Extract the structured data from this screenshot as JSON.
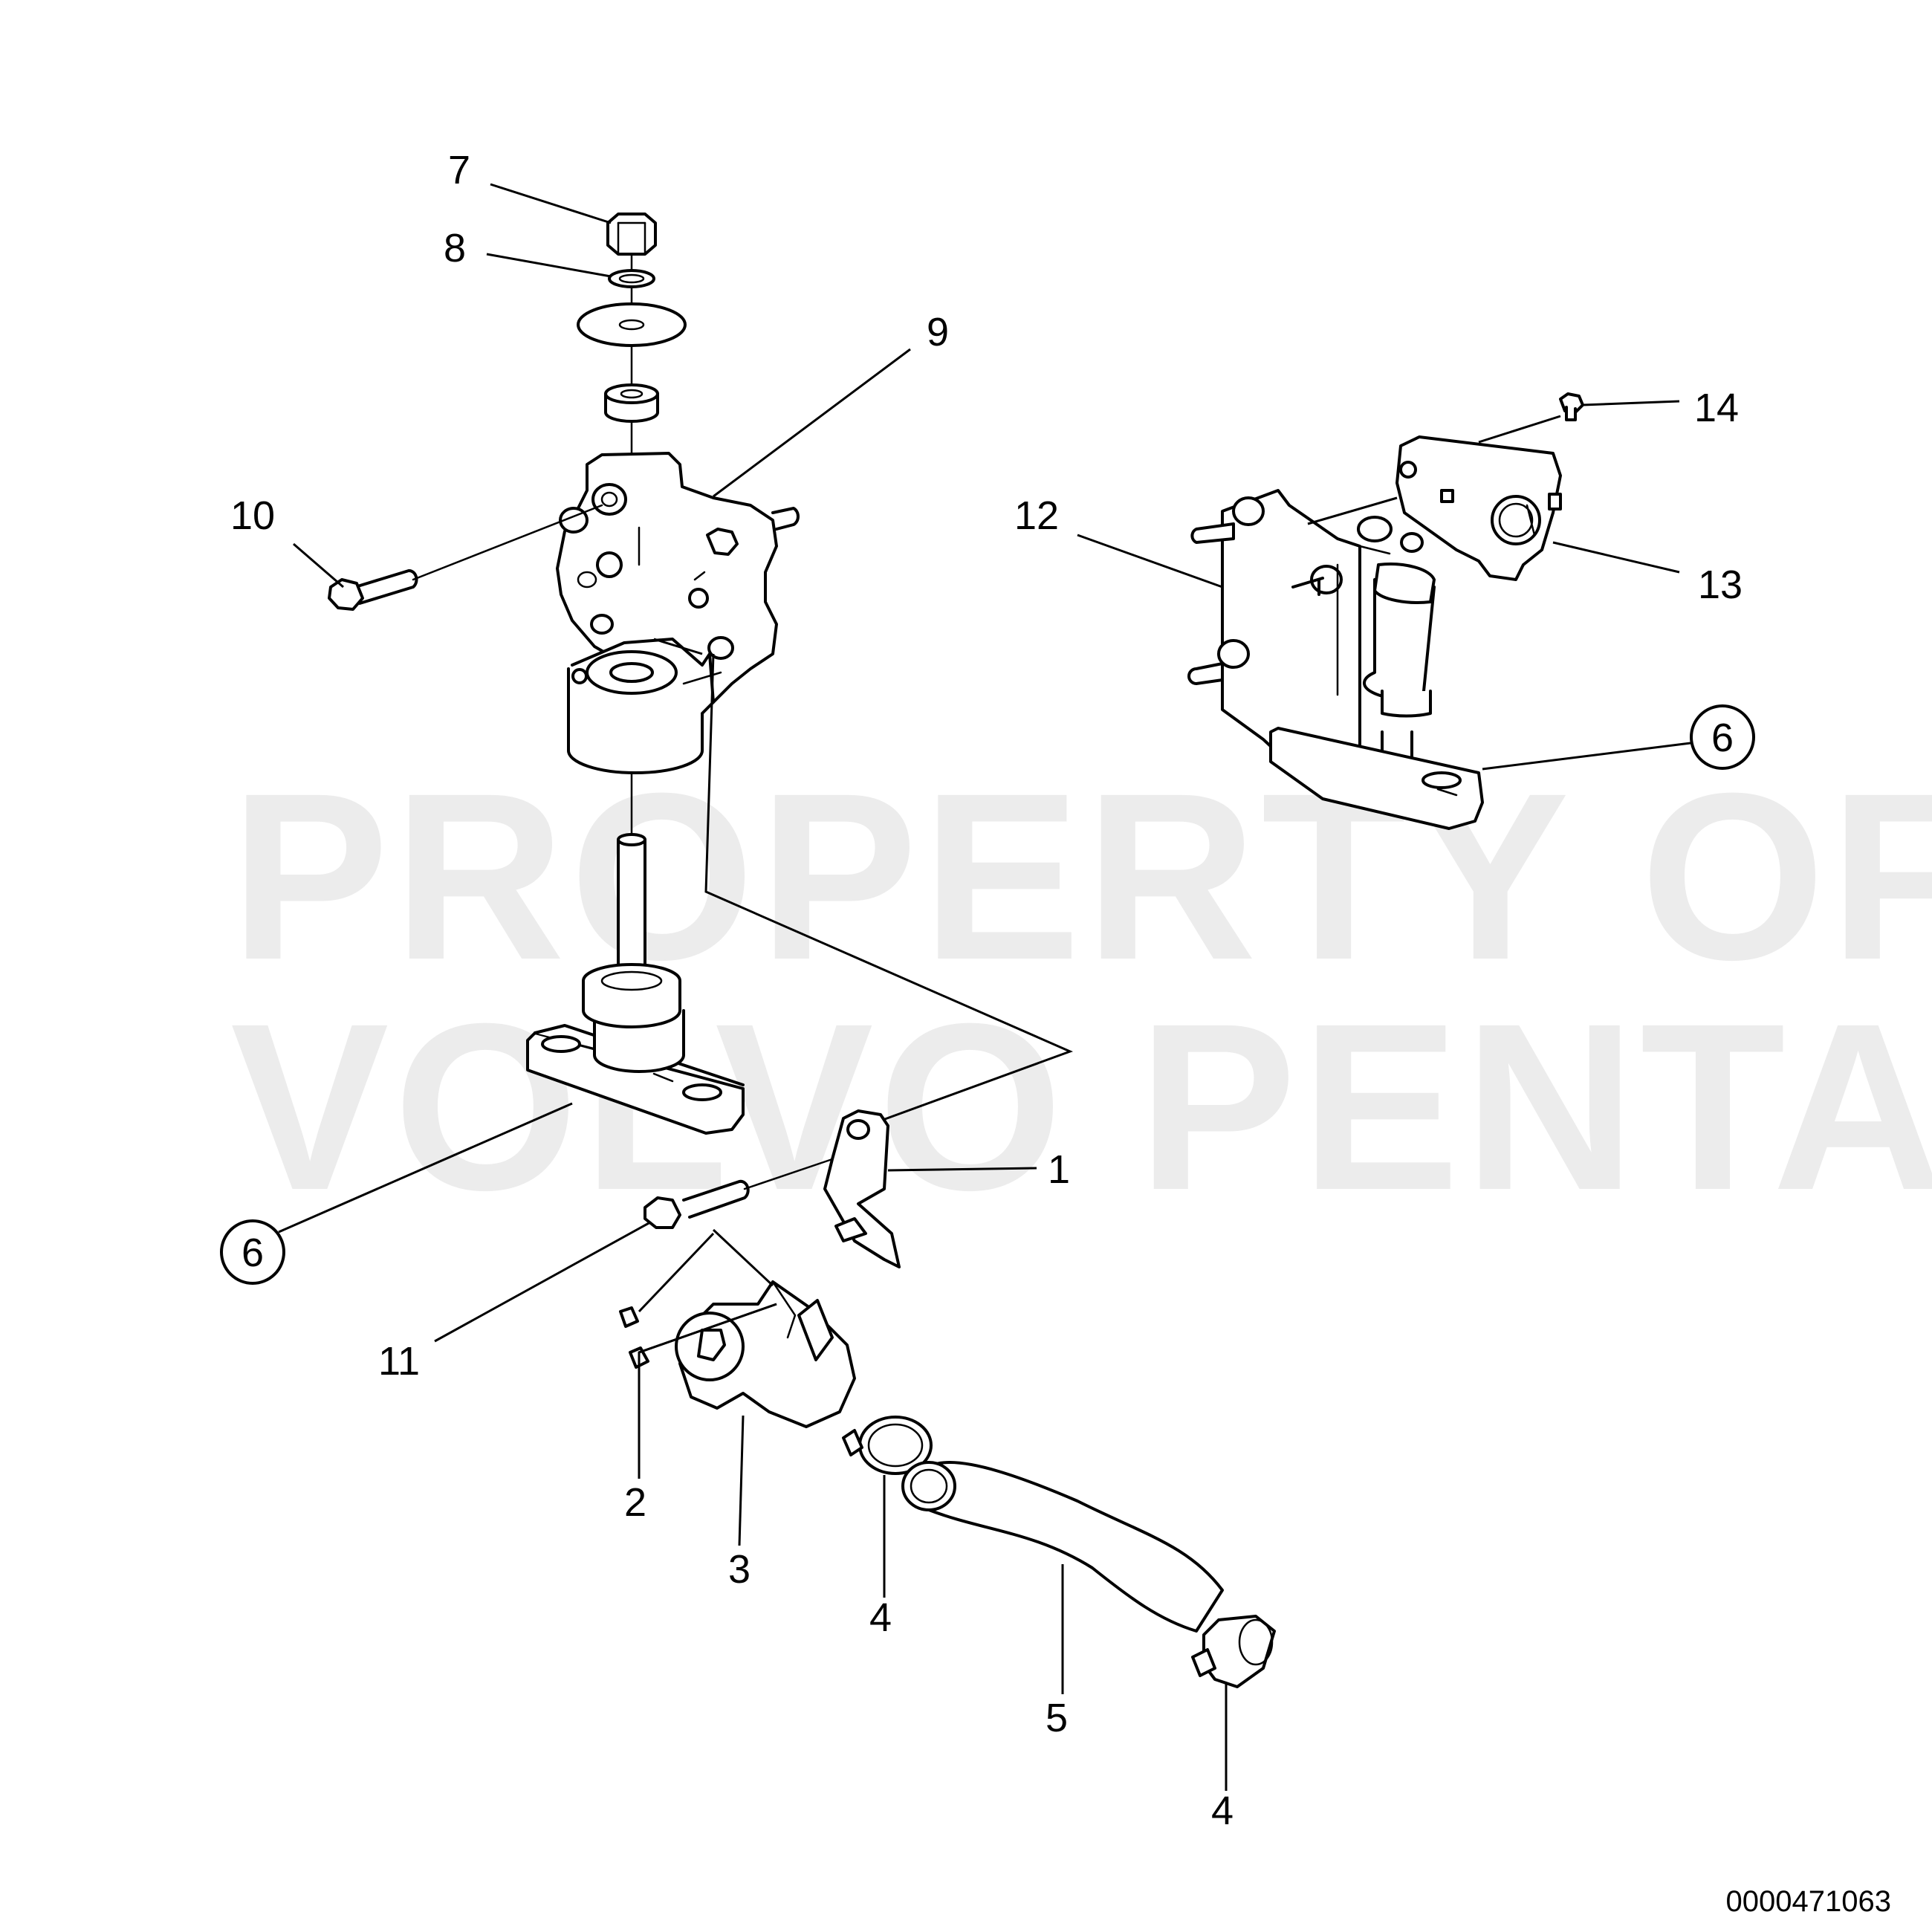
{
  "watermark": {
    "line1": "PROPERTY OF",
    "line2": "VOLVO PENTA"
  },
  "document_id": "0000471063",
  "callouts": {
    "c1": "1",
    "c2": "2",
    "c3": "3",
    "c4a": "4",
    "c4b": "4",
    "c5": "5",
    "c6a": "6",
    "c6b": "6",
    "c7": "7",
    "c8": "8",
    "c9": "9",
    "c10": "10",
    "c11": "11",
    "c12": "12",
    "c13": "13",
    "c14": "14"
  }
}
